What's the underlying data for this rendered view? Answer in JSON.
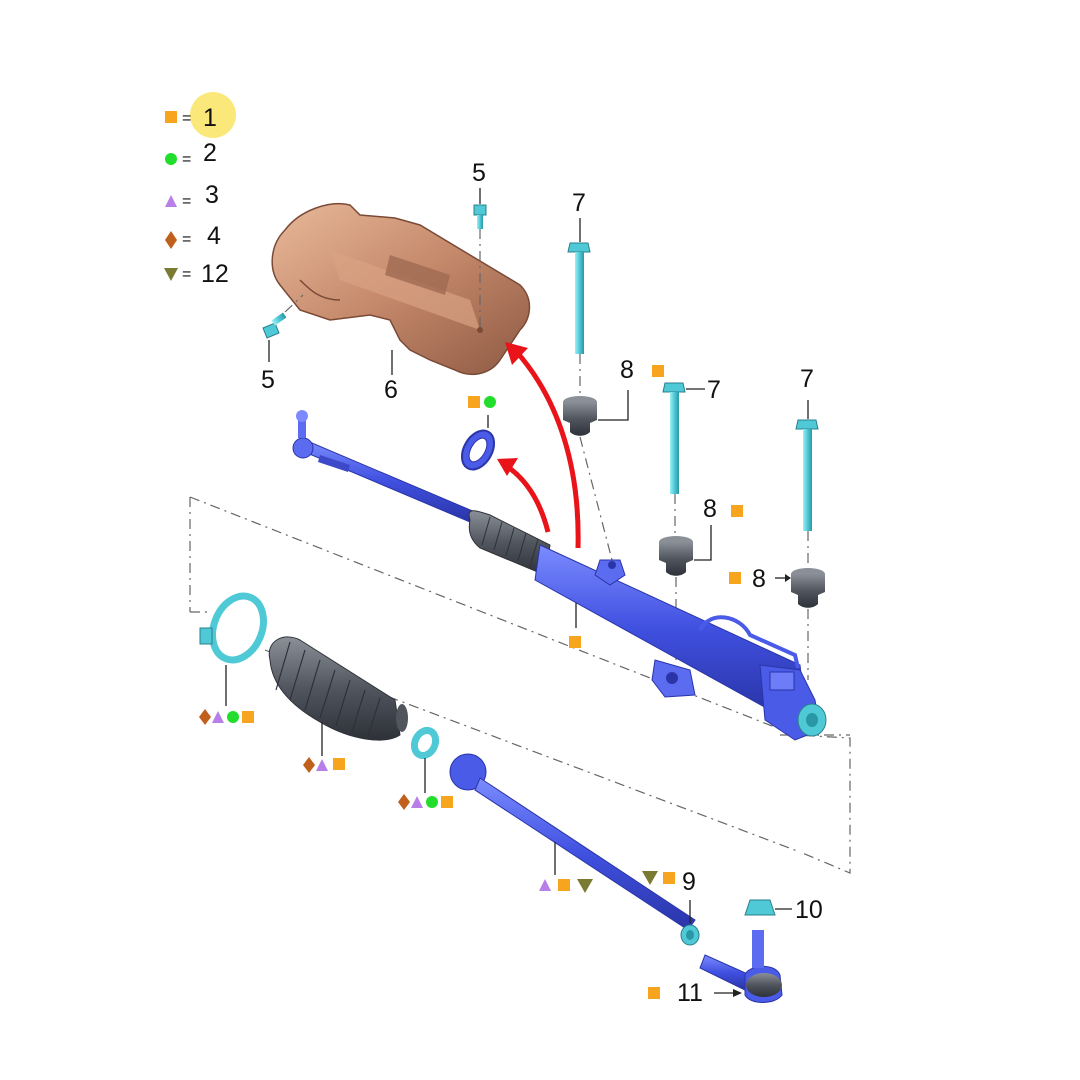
{
  "legend": [
    {
      "symbol": "square",
      "color": "#f7a51f",
      "label": "1",
      "highlighted": true
    },
    {
      "symbol": "circle",
      "color": "#22dd2c",
      "label": "2"
    },
    {
      "symbol": "triangle-up",
      "color": "#b97fe8",
      "label": "3"
    },
    {
      "symbol": "diamond",
      "color": "#c1601c",
      "label": "4"
    },
    {
      "symbol": "triangle-down",
      "color": "#7a7a32",
      "label": "12"
    }
  ],
  "legend_separator": "=",
  "callouts": {
    "heat_shield": "6",
    "shield_bolt_top": "5",
    "shield_bolt_left": "5",
    "bolt_a": "7",
    "bolt_b": "7",
    "bolt_c": "7",
    "bushing_a": "8",
    "bushing_b": "8",
    "bushing_c": "8",
    "lock_washer": "9",
    "nut": "10",
    "tie_rod_end": "11"
  },
  "colors": {
    "highlight": "#fbe87a",
    "rack_blue": "#4a5be8",
    "shield_bronze": "#c48b6c",
    "fastener_cyan": "#5fd3de",
    "rubber_gray": "#555a63",
    "arrow_red": "#e8141a"
  }
}
